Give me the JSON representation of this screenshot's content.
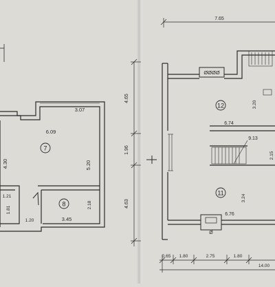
{
  "rooms": {
    "r7": {
      "number": "7"
    },
    "r8": {
      "number": "8"
    },
    "r11": {
      "number": "11"
    },
    "r12": {
      "number": "12"
    }
  },
  "dims_left": {
    "top_width": "3.07",
    "room7_width": "6.09",
    "room7_left_height": "4.30",
    "room7_right_height": "5.20",
    "small_top": "1.21",
    "small_left": "1.81",
    "door_width": "1.20",
    "room8_width": "3.45",
    "room8_height": "2.18"
  },
  "dims_right": {
    "overall_top": "7.65",
    "vert_top": "4.65",
    "vert_mid": "1.96",
    "vert_bottom": "4.63",
    "room12_height": "3.20",
    "room12_width": "6.74",
    "stair_width": "9.13",
    "stair_height": "2.15",
    "room11_width": "6.76",
    "room11_height": "3.24",
    "bottom_seg_1": "0.65",
    "bottom_seg_2": "1.80",
    "bottom_seg_3": "2.75",
    "bottom_seg_4": "1.80",
    "overall_bottom": "14.00"
  },
  "symbols": {
    "stove_marks": "ØØØØ",
    "fireplace_mark": "Ø"
  },
  "colors": {
    "paper": "#dcdbd6",
    "ink": "#2a2a2a"
  }
}
